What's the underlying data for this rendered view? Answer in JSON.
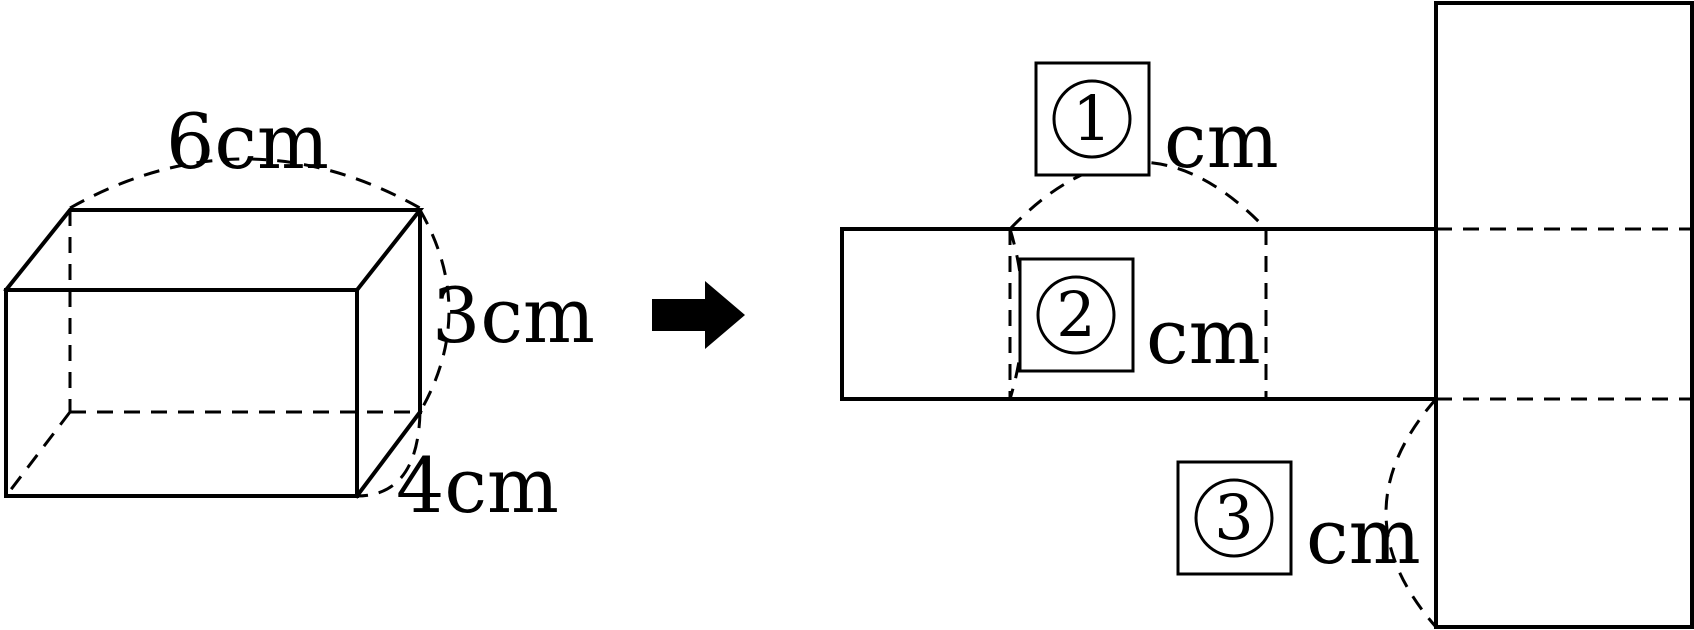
{
  "cuboid": {
    "length_label": "6cm",
    "height_label": "3cm",
    "depth_label": "4cm"
  },
  "arrow": {
    "icon": "right-arrow-icon"
  },
  "net": {
    "blanks": [
      {
        "number": "1",
        "unit": "cm"
      },
      {
        "number": "2",
        "unit": "cm"
      },
      {
        "number": "3",
        "unit": "cm"
      }
    ]
  }
}
